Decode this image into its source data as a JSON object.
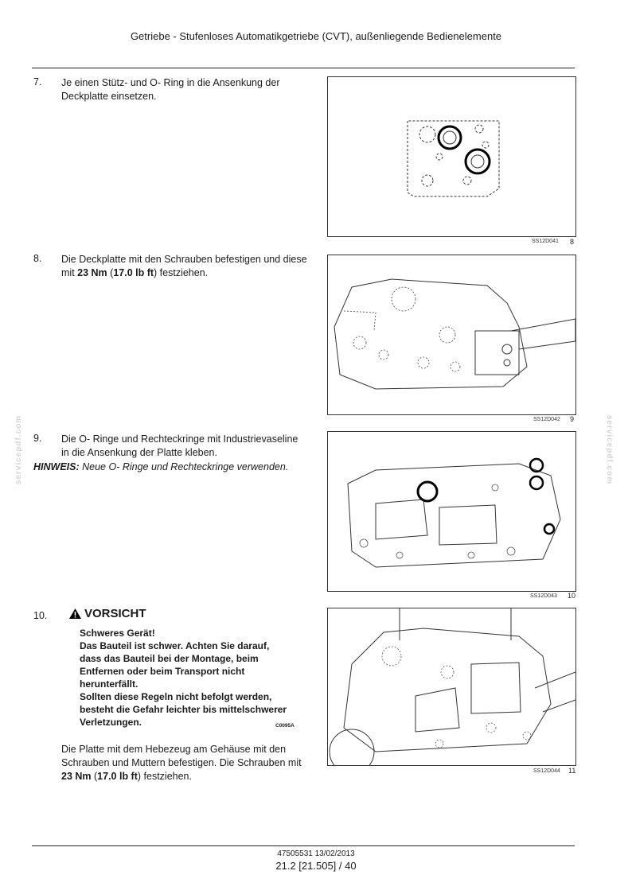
{
  "header": {
    "title": "Getriebe - Stufenloses Automatikgetriebe (CVT), außenliegende Bedienelemente"
  },
  "steps": [
    {
      "number": "7.",
      "text": "Je einen Stütz- und O- Ring in die Ansenkung der Deckplatte einsetzen."
    },
    {
      "number": "8.",
      "text_before": "Die Deckplatte mit den Schrauben befestigen und diese mit ",
      "torque_nm": "23 Nm",
      "paren_open": " (",
      "torque_lbft": "17.0 lb ft",
      "text_after": ") festziehen."
    },
    {
      "number": "9.",
      "text": "Die O- Ringe und Rechteckringe mit Industrievaseline in die Ansenkung der Platte kleben."
    },
    {
      "number": "10.",
      "text_before": "Die Platte mit dem Hebezeug am Gehäuse mit den Schrauben und Muttern befestigen. Die Schrauben mit ",
      "torque_nm": "23 Nm",
      "paren_open": " (",
      "torque_lbft": "17.0 lb ft",
      "text_after": ") festziehen."
    }
  ],
  "hinweis": {
    "label": "HINWEIS:",
    "text": " Neue O- Ringe und Rechteckringe verwenden."
  },
  "warning": {
    "icon": "warning-triangle-icon",
    "title": "VORSICHT",
    "lines": [
      "Schweres Gerät!",
      "Das Bauteil ist schwer. Achten Sie darauf, dass das Bauteil bei der Montage, beim Entfernen oder beim Transport nicht herunterfällt.",
      "Sollten diese Regeln nicht befolgt werden, besteht die Gefahr leichter bis mittelschwerer Verletzungen."
    ],
    "code": "C0095A"
  },
  "figures": [
    {
      "code": "SS12D041",
      "number": "8"
    },
    {
      "code": "SS12D042",
      "number": "9"
    },
    {
      "code": "SS12D043",
      "number": "10"
    },
    {
      "code": "SS12D044",
      "number": "11"
    }
  ],
  "watermark": "serviceрdf.com",
  "footer": {
    "doc_id": "47505531 13/02/2013",
    "page": "21.2 [21.505] / 40"
  }
}
